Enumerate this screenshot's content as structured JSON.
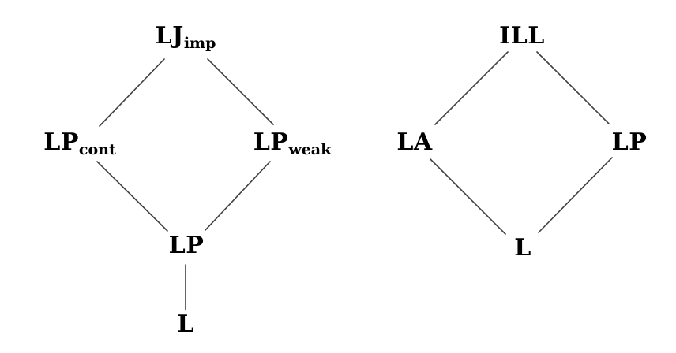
{
  "figure": {
    "background": "#ffffff",
    "text_color": "#000000",
    "line_color": "#3f3f3f"
  },
  "diagrams": [
    {
      "name": "implication-lattice",
      "type": "hasse-diagram",
      "nodes": [
        {
          "id": "LJimp",
          "label": "LJ",
          "subscript": "imp"
        },
        {
          "id": "LPcont",
          "label": "LP",
          "subscript": "cont"
        },
        {
          "id": "LPweak",
          "label": "LP",
          "subscript": "weak"
        },
        {
          "id": "LP",
          "label": "LP",
          "subscript": ""
        },
        {
          "id": "L",
          "label": "L",
          "subscript": ""
        }
      ],
      "edges": [
        {
          "from": "LJimp",
          "to": "LPcont"
        },
        {
          "from": "LJimp",
          "to": "LPweak"
        },
        {
          "from": "LPcont",
          "to": "LP"
        },
        {
          "from": "LPweak",
          "to": "LP"
        },
        {
          "from": "LP",
          "to": "L"
        }
      ]
    },
    {
      "name": "linear-logic-lattice",
      "type": "hasse-diagram",
      "nodes": [
        {
          "id": "ILL",
          "label": "ILL",
          "subscript": ""
        },
        {
          "id": "LA",
          "label": "LA",
          "subscript": ""
        },
        {
          "id": "LP",
          "label": "LP",
          "subscript": ""
        },
        {
          "id": "L",
          "label": "L",
          "subscript": ""
        }
      ],
      "edges": [
        {
          "from": "ILL",
          "to": "LA"
        },
        {
          "from": "ILL",
          "to": "LP"
        },
        {
          "from": "LA",
          "to": "L"
        },
        {
          "from": "LP",
          "to": "L"
        }
      ]
    }
  ]
}
